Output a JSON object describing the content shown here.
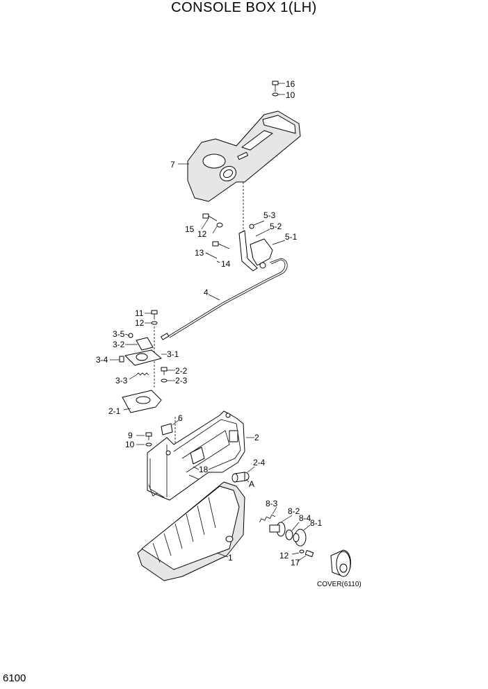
{
  "title": "CONSOLE BOX 1(LH)",
  "page_number": "6100",
  "callouts": {
    "c16": "16",
    "c10a": "10",
    "c7": "7",
    "c5_3": "5-3",
    "c15": "15",
    "c5_2": "5-2",
    "c12a": "12",
    "c5_1": "5-1",
    "c13": "13",
    "c14": "14",
    "c4": "4",
    "c11": "11",
    "c12b": "12",
    "c3_5": "3-5",
    "c3_2": "3-2",
    "c3_1": "3-1",
    "c3_4": "3-4",
    "c2_2": "2-2",
    "c3_3": "3-3",
    "c2_3": "2-3",
    "c2_1": "2-1",
    "c6": "6",
    "c9": "9",
    "c10b": "10",
    "c2": "2",
    "c2_4": "2-4",
    "c18": "18",
    "cA": "A",
    "c8_3": "8-3",
    "c8_2": "8-2",
    "c8_4": "8-4",
    "c8_1": "8-1",
    "c1": "1",
    "c12c": "12",
    "c17": "17",
    "cover": "COVER(6110)"
  }
}
